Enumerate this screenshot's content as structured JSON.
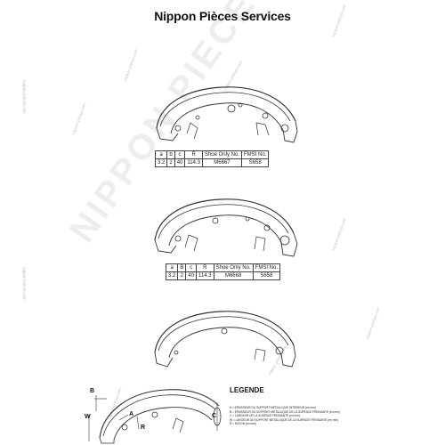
{
  "title": "Nippon Pièces Services",
  "watermark": {
    "side_text": "nippon-pieces.com",
    "big_text": "NIPPON PIECES"
  },
  "parts": [
    {
      "headers": [
        "a",
        "b",
        "c",
        "R",
        "Shoe Only No.",
        "FMSI No."
      ],
      "values": [
        "3.2",
        "2",
        "40",
        "114.3",
        "M6667",
        "S658"
      ]
    },
    {
      "headers": [
        "a",
        "B",
        "c",
        "R",
        "Shoe Only No.",
        "FMSI No."
      ],
      "values": [
        "3.2",
        "2",
        "40",
        "114.3",
        "M6668",
        "S658"
      ]
    }
  ],
  "legend": {
    "title": "LEGENDE",
    "diagram_labels": {
      "b": "B",
      "c": "C",
      "w": "W",
      "a": "A",
      "r": "R"
    },
    "lines": [
      "A = EPAISSEUR DU SUPPORT METALLIQUE INTERIEUR (en mm)",
      "B = EPAISSEUR DU SUPPORT METALLIQUE DE LA SURFACE FREINANTE (en mm)",
      "C = LARGEUR DE LA SURFACE FREINANTE (en mm)",
      "W = LARGEUR DU SUPPORT METALLIQUE DE LA SURFACE FREINANTE (en mm)",
      "R = RAYON (en mm)"
    ]
  }
}
